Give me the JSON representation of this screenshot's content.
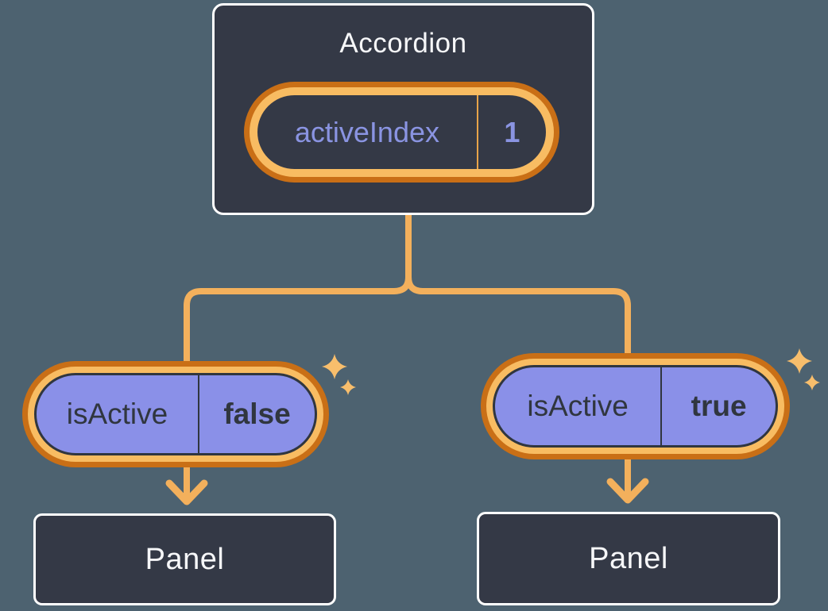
{
  "diagram": {
    "root": {
      "title": "Accordion",
      "state_label": "activeIndex",
      "state_value": "1"
    },
    "left": {
      "prop_label": "isActive",
      "prop_value": "false",
      "panel_label": "Panel"
    },
    "right": {
      "prop_label": "isActive",
      "prop_value": "true",
      "panel_label": "Panel"
    }
  },
  "colors": {
    "background": "#4D6270",
    "card_fill": "#343946",
    "card_border": "#FFFFFF",
    "pill_fill": "#8A90E8",
    "ring_light": "#F8BC62",
    "ring_dark": "#C96F16",
    "connector": "#F3B05C",
    "sparkle": "#F8BE6C",
    "text_light": "#F6F7F9",
    "text_dark": "#30363F",
    "text_purple": "#8A94E2"
  }
}
